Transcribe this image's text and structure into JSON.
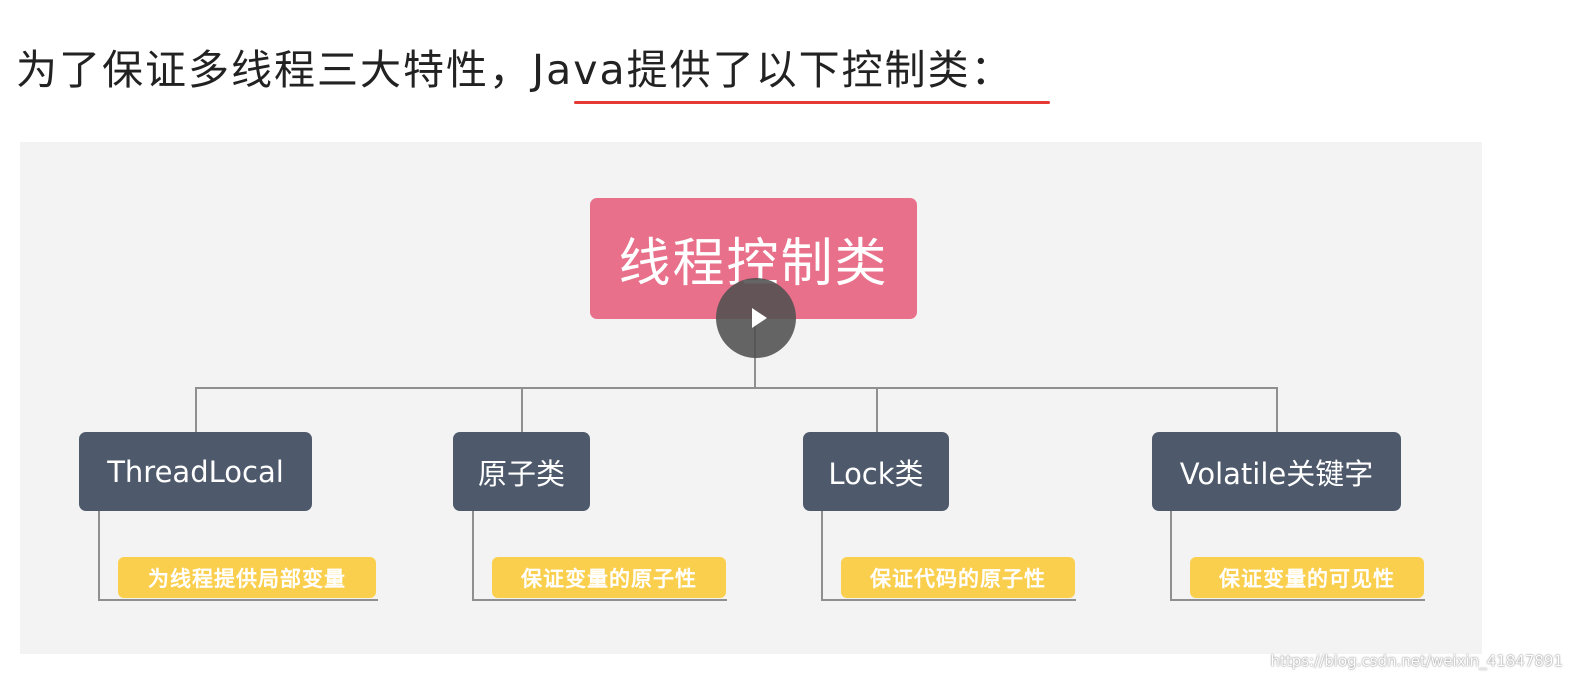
{
  "heading": {
    "text": "为了保证多线程三大特性，Java提供了以下控制类：",
    "underline_color": "#e53935"
  },
  "diagram": {
    "background": "#f3f3f3",
    "line_color": "#8f8f8f",
    "root": {
      "label": "线程控制类",
      "color": "#e8708a"
    },
    "children_color": "#4e5a6c",
    "note_color": "#fbcf4e",
    "children": [
      {
        "label": "ThreadLocal",
        "note": "为线程提供局部变量"
      },
      {
        "label": "原子类",
        "note": "保证变量的原子性"
      },
      {
        "label": "Lock类",
        "note": "保证代码的原子性"
      },
      {
        "label": "Volatile关键字",
        "note": "保证变量的可见性"
      }
    ]
  },
  "video": {
    "play_icon": "play-icon"
  },
  "watermark": "https://blog.csdn.net/weixin_41847891"
}
